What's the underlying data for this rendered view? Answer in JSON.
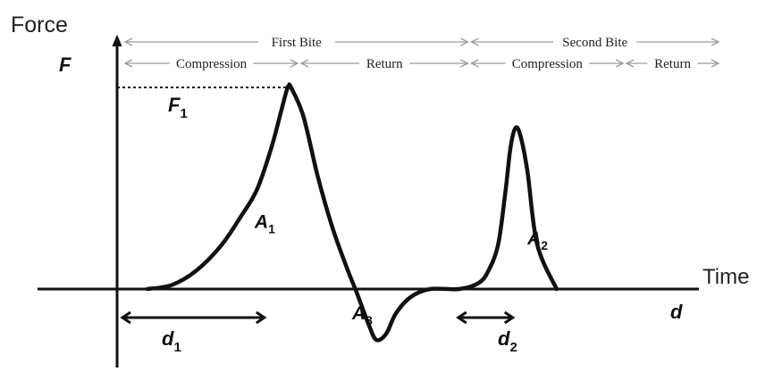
{
  "chart_data": {
    "type": "line",
    "title": "",
    "xlabel": "Time",
    "ylabel": "Force",
    "ylabel_symbol": "F",
    "xlabel_symbol": "d",
    "phases": {
      "cycles": [
        {
          "label": "First Bite",
          "x_range": [
            0,
            0.58
          ]
        },
        {
          "label": "Second Bite",
          "x_range": [
            0.58,
            1.0
          ]
        }
      ],
      "segments": [
        {
          "label": "Compression",
          "x_range": [
            0,
            0.295
          ]
        },
        {
          "label": "Return",
          "x_range": [
            0.295,
            0.58
          ]
        },
        {
          "label": "Compression",
          "x_range": [
            0.58,
            0.84
          ]
        },
        {
          "label": "Return",
          "x_range": [
            0.84,
            1.0
          ]
        }
      ]
    },
    "series": [
      {
        "x": [
          0.0,
          0.05,
          0.1,
          0.15,
          0.19,
          0.225,
          0.255,
          0.275,
          0.285,
          0.29,
          0.295,
          0.32,
          0.35,
          0.38,
          0.41,
          0.43,
          0.455,
          0.47,
          0.49,
          0.51,
          0.54,
          0.58,
          0.64,
          0.68,
          0.7,
          0.72,
          0.735,
          0.745,
          0.755,
          0.765,
          0.78,
          0.8,
          0.84
        ],
        "y": [
          0.0,
          0.02,
          0.09,
          0.21,
          0.35,
          0.49,
          0.7,
          0.88,
          0.97,
          1.0,
          0.99,
          0.85,
          0.55,
          0.3,
          0.1,
          -0.02,
          -0.18,
          -0.25,
          -0.22,
          -0.12,
          -0.04,
          0.0,
          0.0,
          0.03,
          0.09,
          0.22,
          0.48,
          0.69,
          0.79,
          0.76,
          0.58,
          0.22,
          0.0
        ]
      }
    ],
    "annotations": {
      "peak": "F",
      "peak_sub": "1",
      "areas": [
        {
          "label": "A",
          "sub": "1",
          "x": 0.22,
          "y": 0.3
        },
        {
          "label": "A",
          "sub": "3",
          "x": 0.42,
          "y": -0.15
        },
        {
          "label": "A",
          "sub": "2",
          "x": 0.78,
          "y": 0.22
        }
      ],
      "distances": [
        {
          "label": "d",
          "sub": "1",
          "x_range": [
            0.0,
            0.24
          ]
        },
        {
          "label": "d",
          "sub": "2",
          "x_range": [
            0.64,
            0.75
          ]
        }
      ]
    }
  }
}
